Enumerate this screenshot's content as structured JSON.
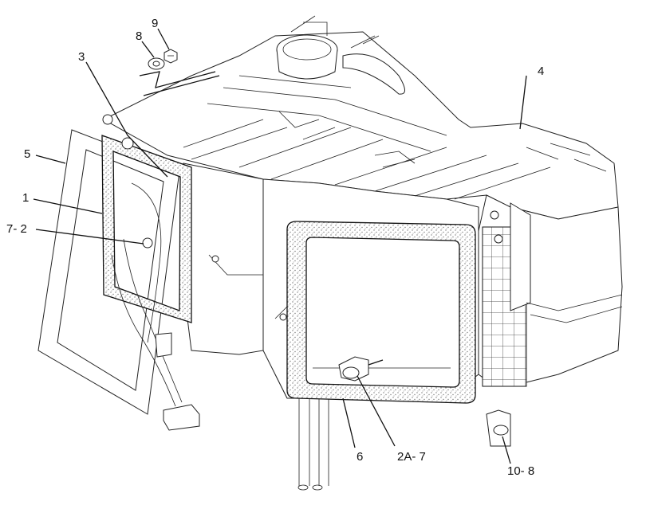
{
  "colors": {
    "line": "#111111",
    "background": "#ffffff",
    "stipple": "#7a7a7a"
  },
  "callouts": {
    "c1": "1",
    "c2a7": "2A- 7",
    "c3": "3",
    "c4": "4",
    "c5": "5",
    "c6": "6",
    "c72": "7- 2",
    "c8": "8",
    "c9": "9",
    "c108": "10- 8"
  }
}
